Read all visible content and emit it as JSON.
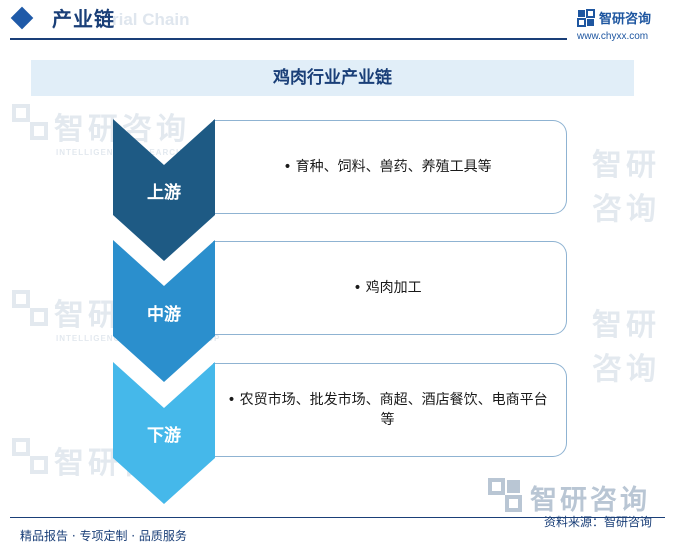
{
  "header": {
    "title": "产业链",
    "watermark": "rial Chain",
    "brand_name": "智研咨询",
    "brand_url": "www.chyxx.com"
  },
  "diagram": {
    "title": "鸡肉行业产业链",
    "stages": [
      {
        "label": "上游",
        "content": "育种、饲料、兽药、养殖工具等"
      },
      {
        "label": "中游",
        "content": "鸡肉加工"
      },
      {
        "label": "下游",
        "content": "农贸市场、批发市场、商超、酒店餐饮、电商平台等"
      }
    ],
    "colors": {
      "upstream": "#1e5a84",
      "midstream": "#2b8fcd",
      "downstream": "#45b8ea",
      "card_border": "#8fb3d2",
      "title_band": "#e1eef8"
    }
  },
  "watermark": {
    "name": "智研咨询",
    "tagline": "INTELLIGENCE RESEARCH GROUP"
  },
  "footer": {
    "left": "精品报告 · 专项定制 · 品质服务",
    "source": "资料来源：智研咨询",
    "brand": "智研咨询"
  }
}
